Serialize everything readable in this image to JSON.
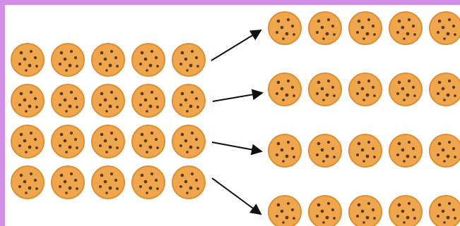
{
  "diagram": {
    "source_group": {
      "rows": 4,
      "cols": 5,
      "item": "cookie"
    },
    "arrows": {
      "count": 4,
      "color": "#111111"
    },
    "target_groups": [
      {
        "count": 5,
        "item": "cookie"
      },
      {
        "count": 5,
        "item": "cookie"
      },
      {
        "count": 5,
        "item": "cookie"
      },
      {
        "count": 5,
        "item": "cookie"
      }
    ],
    "colors": {
      "border": "#d48ee8",
      "background": "#ffffff",
      "cookie_base": "#f0a64d",
      "cookie_edge": "#dd8f33",
      "chocolate_chip": "#5a3a1f"
    },
    "icons": {
      "cookie": "cookie-icon",
      "arrow": "arrow-icon"
    }
  }
}
